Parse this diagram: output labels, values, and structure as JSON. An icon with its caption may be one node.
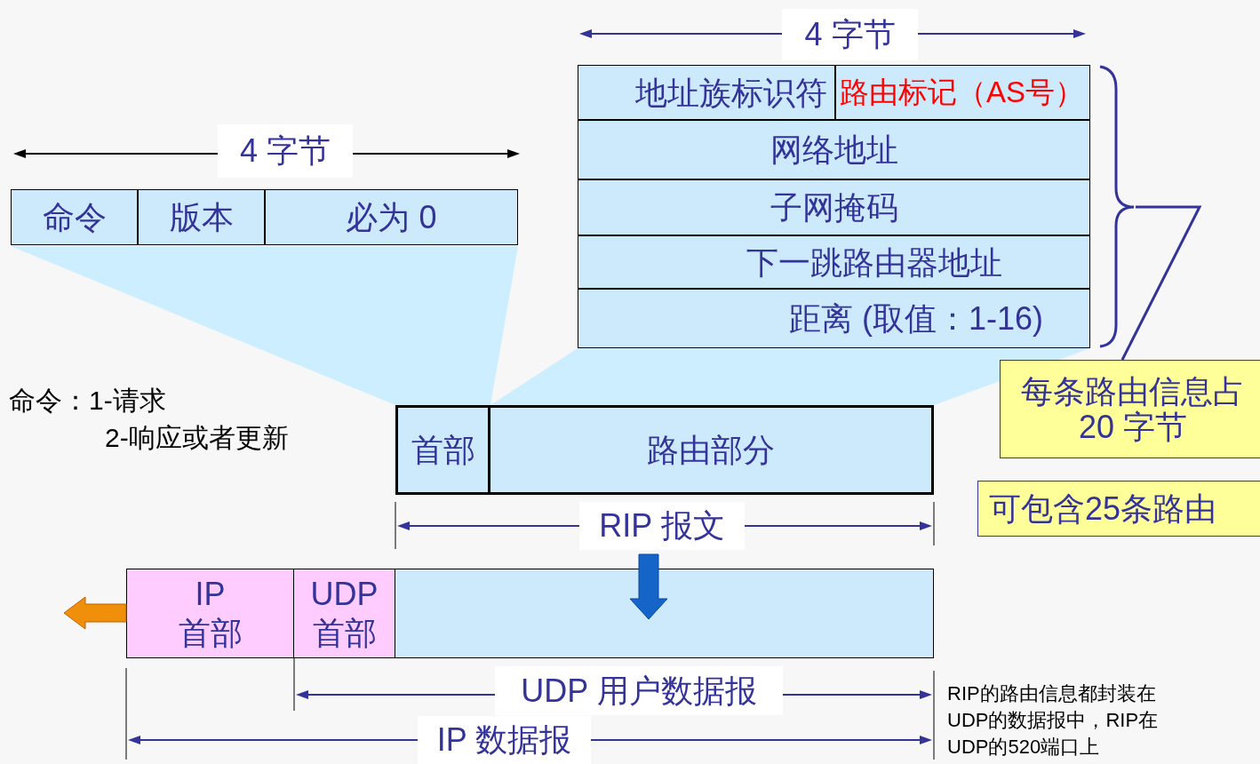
{
  "diagram": {
    "nodes": [
      {
        "text": [
          "命令"
        ]
      },
      {
        "text": [
          "版本"
        ]
      },
      {
        "text": [
          "必为 0"
        ]
      },
      {
        "text": [
          "地址族标识符"
        ]
      },
      {
        "text": [
          "路由标记（AS号）"
        ]
      },
      {
        "text": [
          "网络地址"
        ]
      },
      {
        "text": [
          "子网掩码"
        ]
      },
      {
        "text": [
          "下一跳路由器地址"
        ]
      },
      {
        "text": [
          "距离 (取值：1-16)"
        ]
      },
      {
        "text": [
          "首部"
        ]
      },
      {
        "text": [
          "路由部分"
        ]
      },
      {
        "text": [
          "IP 首部"
        ]
      },
      {
        "text": [
          "UDP 首部"
        ]
      },
      {
        "text": [],
        "shape": "box"
      },
      {
        "text": [
          "每条路由信息占 20 字节"
        ]
      },
      {
        "text": [
          "可包含25条路由"
        ]
      },
      {
        "text": [],
        "shape": "brace"
      }
    ],
    "edges": [
      {
        "from": 14,
        "to": 16,
        "arrow": "none"
      }
    ],
    "labels": [
      "4 字节",
      "4 字节",
      "命令：1-请求",
      "2-响应或者更新",
      "RIP 报文",
      "UDP 用户数据报",
      "RIP的路由信息都封装在UDP的数据报中，RIP在UDP的520端口上",
      "IP 数据报"
    ]
  }
}
